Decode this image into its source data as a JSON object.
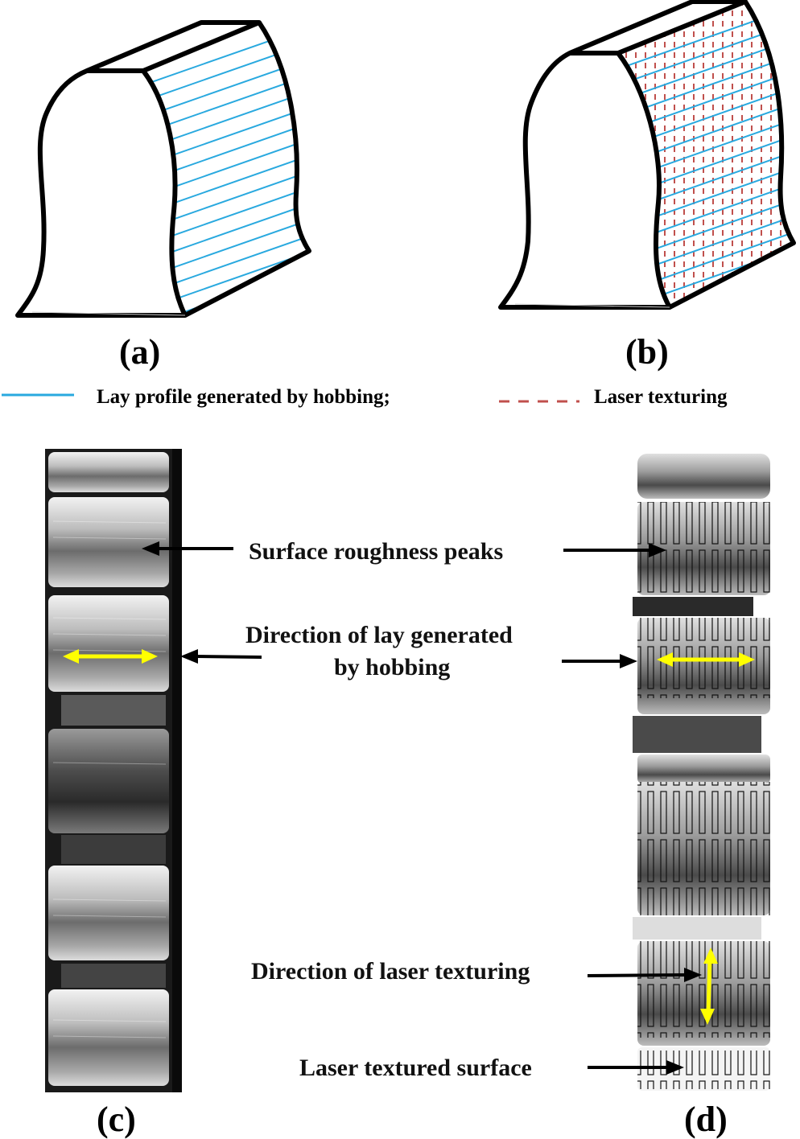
{
  "panels": {
    "a": "(a)",
    "b": "(b)",
    "c": "(c)",
    "d": "(d)"
  },
  "legend": {
    "hobbing_label": "Lay profile generated by hobbing;",
    "laser_label": "Laser texturing"
  },
  "annotations": {
    "roughness_peaks": "Surface roughness peaks",
    "lay_direction_line1": "Direction of lay generated",
    "lay_direction_line2": "by hobbing",
    "laser_direction": "Direction of laser texturing",
    "laser_surface": "Laser textured surface"
  },
  "colors": {
    "hobbing_line": "#29a9df",
    "laser_dash": "#c0504d",
    "arrow_yellow": "#ffff00",
    "outline": "#000000"
  }
}
